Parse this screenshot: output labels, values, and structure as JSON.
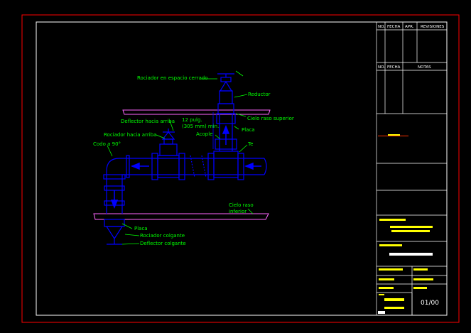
{
  "title_block": {
    "header_cols": [
      "NO.",
      "FECHA",
      "APR.",
      "REVISIONES"
    ],
    "notes_cols": [
      "NO.",
      "FECHA",
      "NOTAS"
    ],
    "sheet_number": "01/00"
  },
  "labels": {
    "rociador_espacio_cerrado": "Rociador en espacio cerrado",
    "reductor": "Reductor",
    "cielo_raso_superior": "Cielo raso superior",
    "deflector_arriba": "Deflector hacia arriba",
    "rociador_arriba": "Rociador hacia arriba",
    "codo": "Codo a 90°",
    "dim_line1": "12 pulg.",
    "dim_line2": "(305 mm) min.",
    "acople": "Acople",
    "placa_top": "Placa",
    "te": "Te",
    "cielo_raso_inferior_1": "Cielo raso",
    "cielo_raso_inferior_2": "inferior",
    "placa_bottom": "Placa",
    "rociador_colgante": "Rociador colgante",
    "deflector_colgante": "Deflector colgante"
  },
  "colors": {
    "background": "#000000",
    "outer_border": "#ff0000",
    "frame": "#ffffff",
    "pipe": "#0000ff",
    "label": "#00ff00",
    "leader": "#00ff00",
    "ceiling": "#ff66ff",
    "highlight": "#ffff00"
  }
}
